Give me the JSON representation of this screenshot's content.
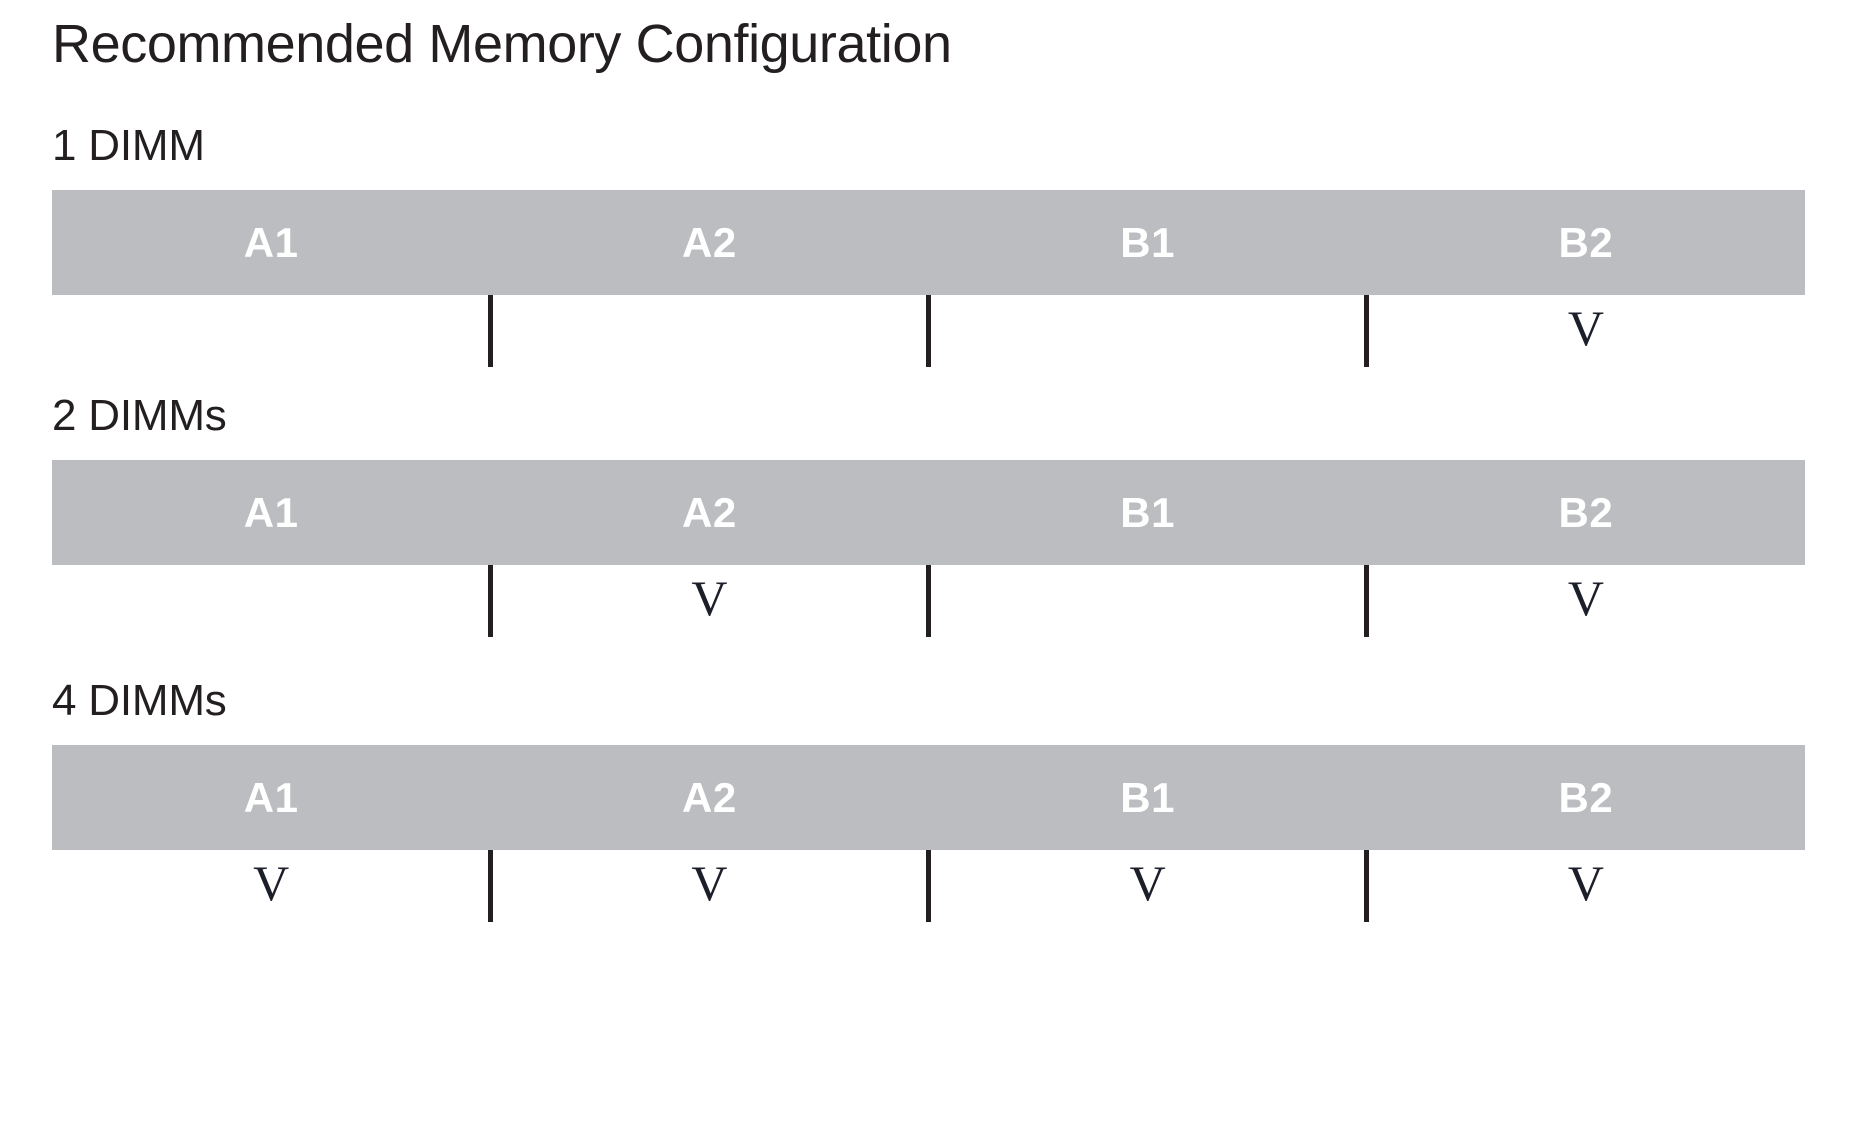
{
  "document": {
    "title": "Recommended Memory Configuration",
    "colors": {
      "header_bar": "#bcbdc0",
      "header_text": "#ffffff",
      "body_text": "#231f20",
      "mark_text": "#1c1f2a",
      "background": "#ffffff"
    }
  },
  "columns": [
    "A1",
    "A2",
    "B1",
    "B2"
  ],
  "mark_glyph": "V",
  "blocks": [
    {
      "label": "1 DIMM",
      "headers": [
        "A1",
        "A2",
        "B1",
        "B2"
      ],
      "marks": [
        "",
        "",
        "",
        "V"
      ],
      "populated": [
        "B2"
      ]
    },
    {
      "label": "2 DIMMs",
      "headers": [
        "A1",
        "A2",
        "B1",
        "B2"
      ],
      "marks": [
        "",
        "V",
        "",
        "V"
      ],
      "populated": [
        "A2",
        "B2"
      ]
    },
    {
      "label": "4 DIMMs",
      "headers": [
        "A1",
        "A2",
        "B1",
        "B2"
      ],
      "marks": [
        "V",
        "V",
        "V",
        "V"
      ],
      "populated": [
        "A1",
        "A2",
        "B1",
        "B2"
      ]
    }
  ]
}
